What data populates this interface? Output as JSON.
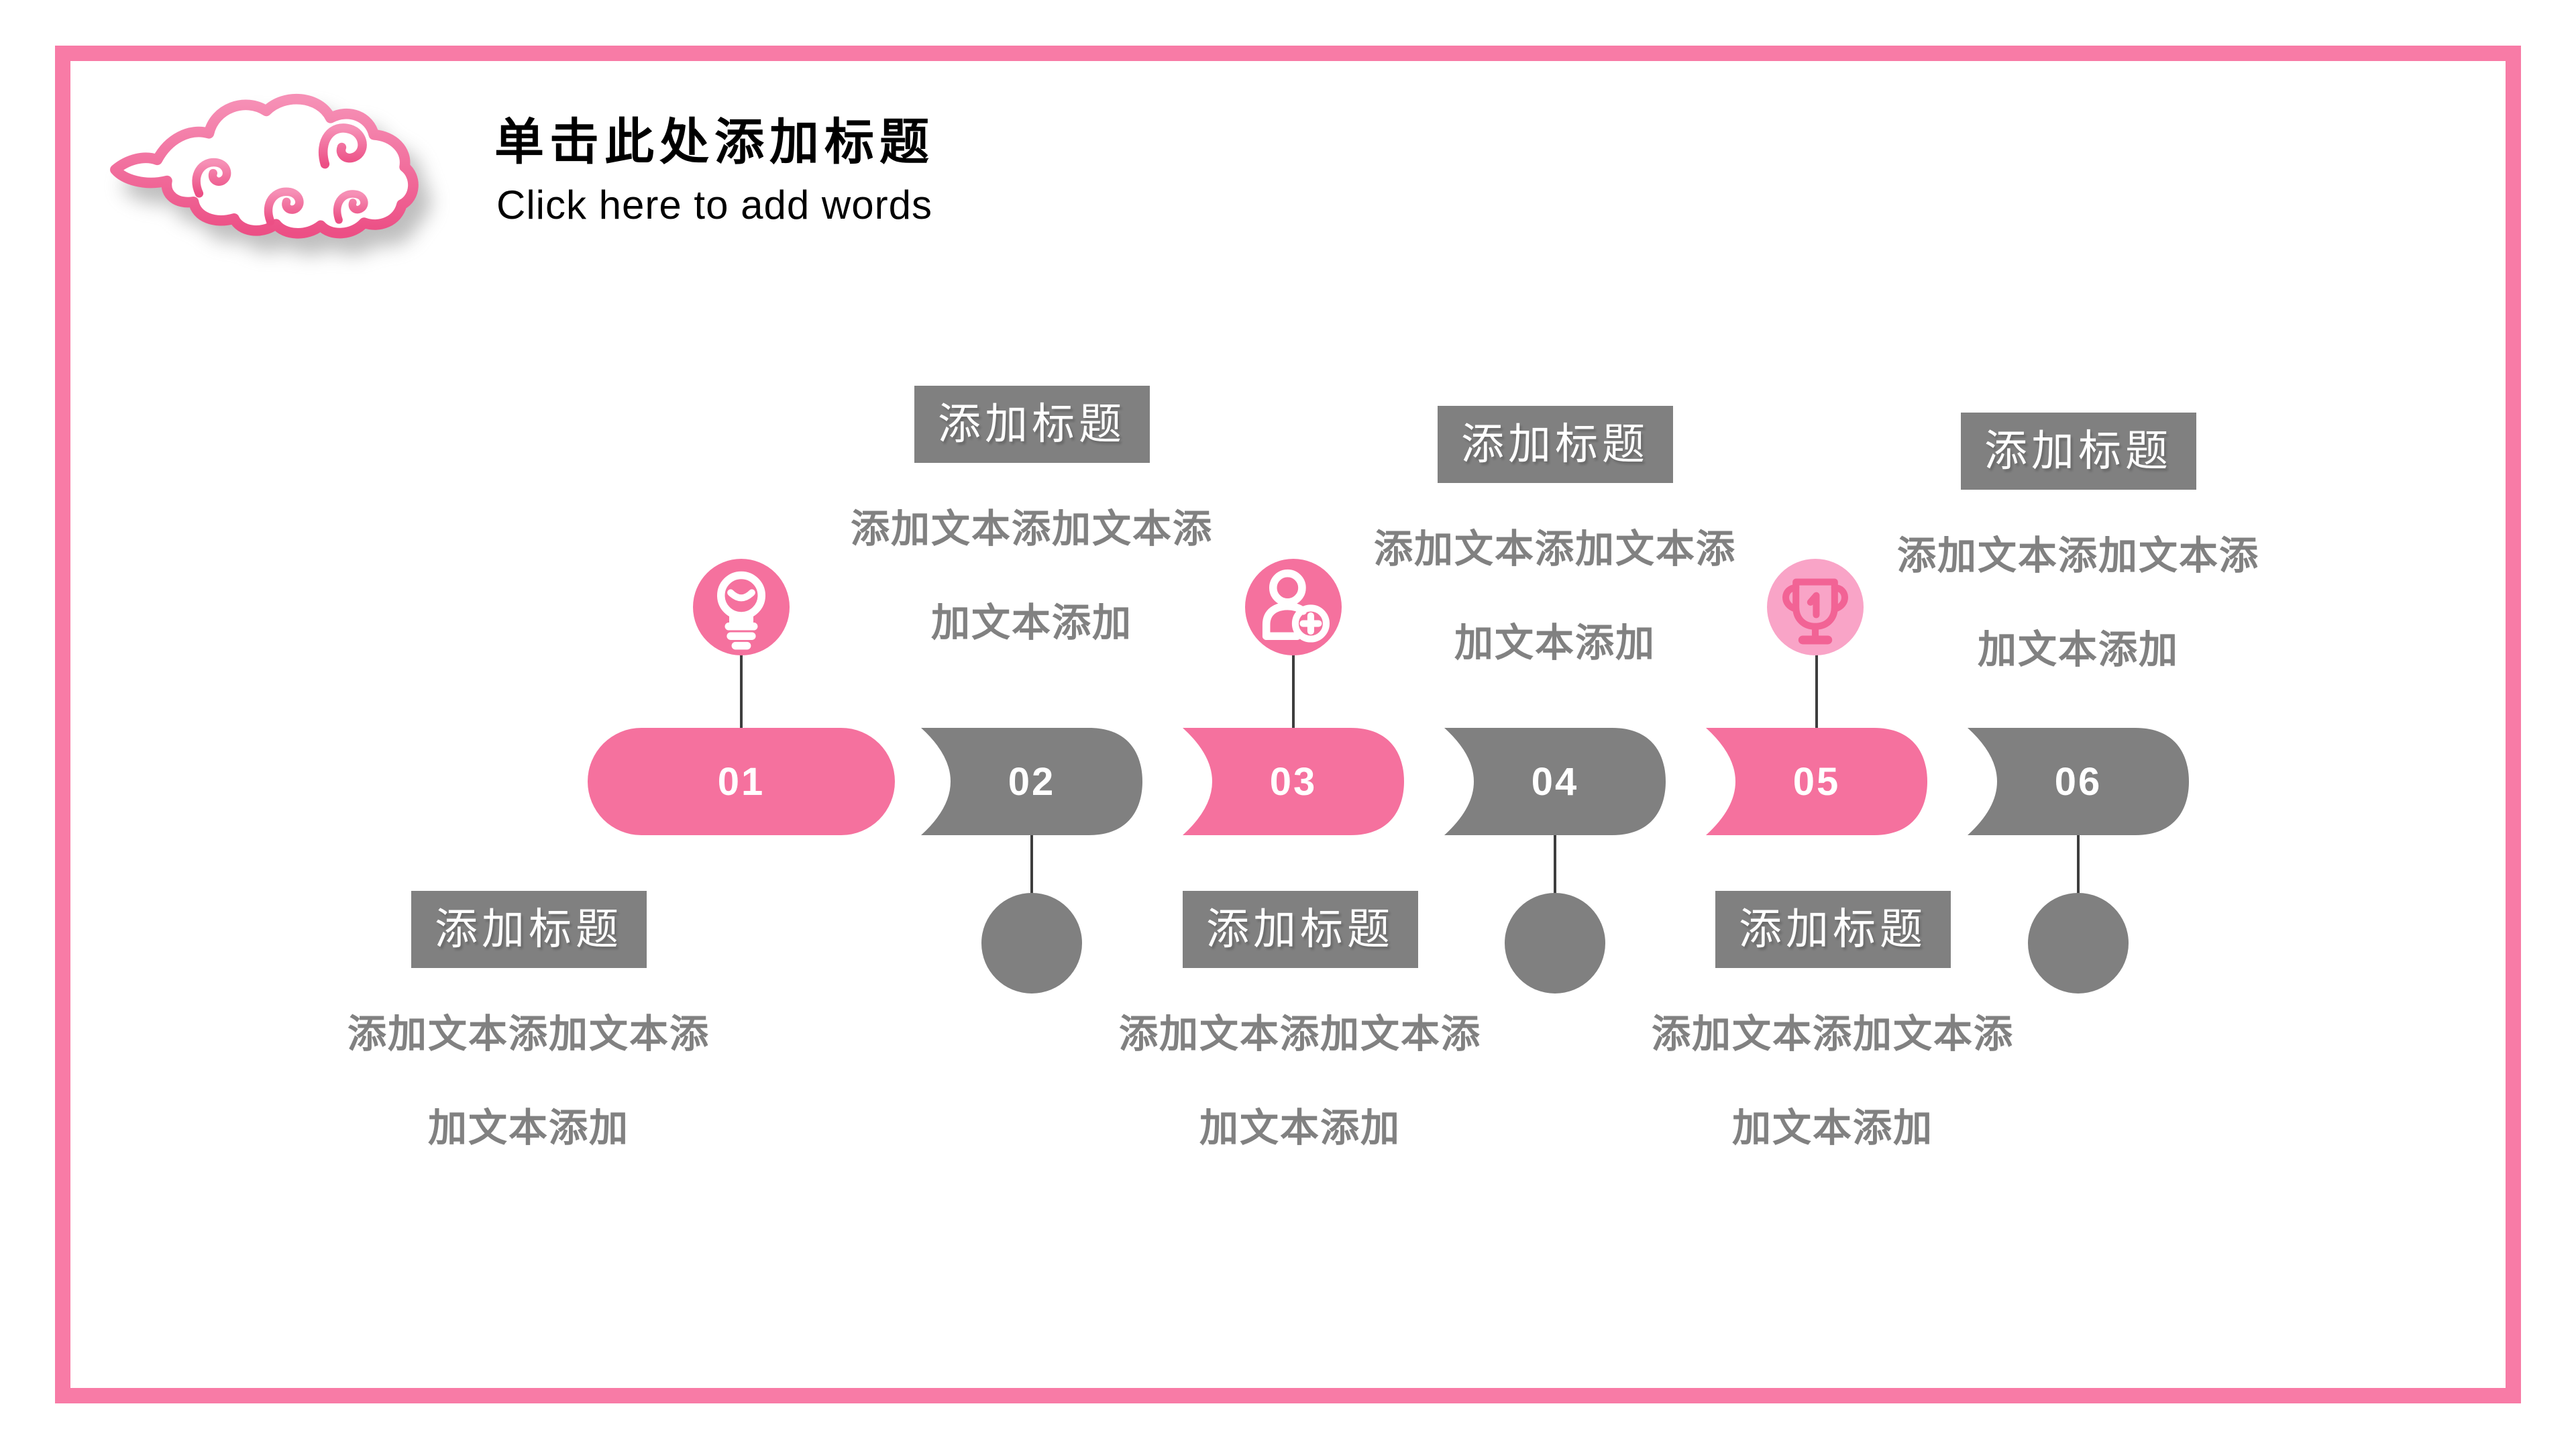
{
  "slide": {
    "title": "单击此处添加标题",
    "subtitle": "Click here to add words"
  },
  "colors": {
    "pink": "#f5719e",
    "pink_border": "#f87ba6",
    "pink_light": "#f9a4c7",
    "pink_deep": "#f26395",
    "gray": "#808080",
    "text_gray": "#818181",
    "line": "#3e3e3e"
  },
  "timeline": {
    "steps": [
      {
        "number": "01",
        "color": "pink",
        "icon": "lightbulb-icon"
      },
      {
        "number": "02",
        "color": "gray"
      },
      {
        "number": "03",
        "color": "pink",
        "icon": "person-add-icon"
      },
      {
        "number": "04",
        "color": "gray"
      },
      {
        "number": "05",
        "color": "pink",
        "icon": "trophy-icon"
      },
      {
        "number": "06",
        "color": "gray"
      }
    ]
  },
  "callouts": {
    "top": [
      {
        "title": "添加标题",
        "line1": "添加文本添加文本添",
        "line2": "加文本添加"
      },
      {
        "title": "添加标题",
        "line1": "添加文本添加文本添",
        "line2": "加文本添加"
      },
      {
        "title": "添加标题",
        "line1": "添加文本添加文本添",
        "line2": "加文本添加"
      }
    ],
    "bottom": [
      {
        "title": "添加标题",
        "line1": "添加文本添加文本添",
        "line2": "加文本添加"
      },
      {
        "title": "添加标题",
        "line1": "添加文本添加文本添",
        "line2": "加文本添加"
      },
      {
        "title": "添加标题",
        "line1": "添加文本添加文本添",
        "line2": "加文本添加"
      }
    ]
  }
}
